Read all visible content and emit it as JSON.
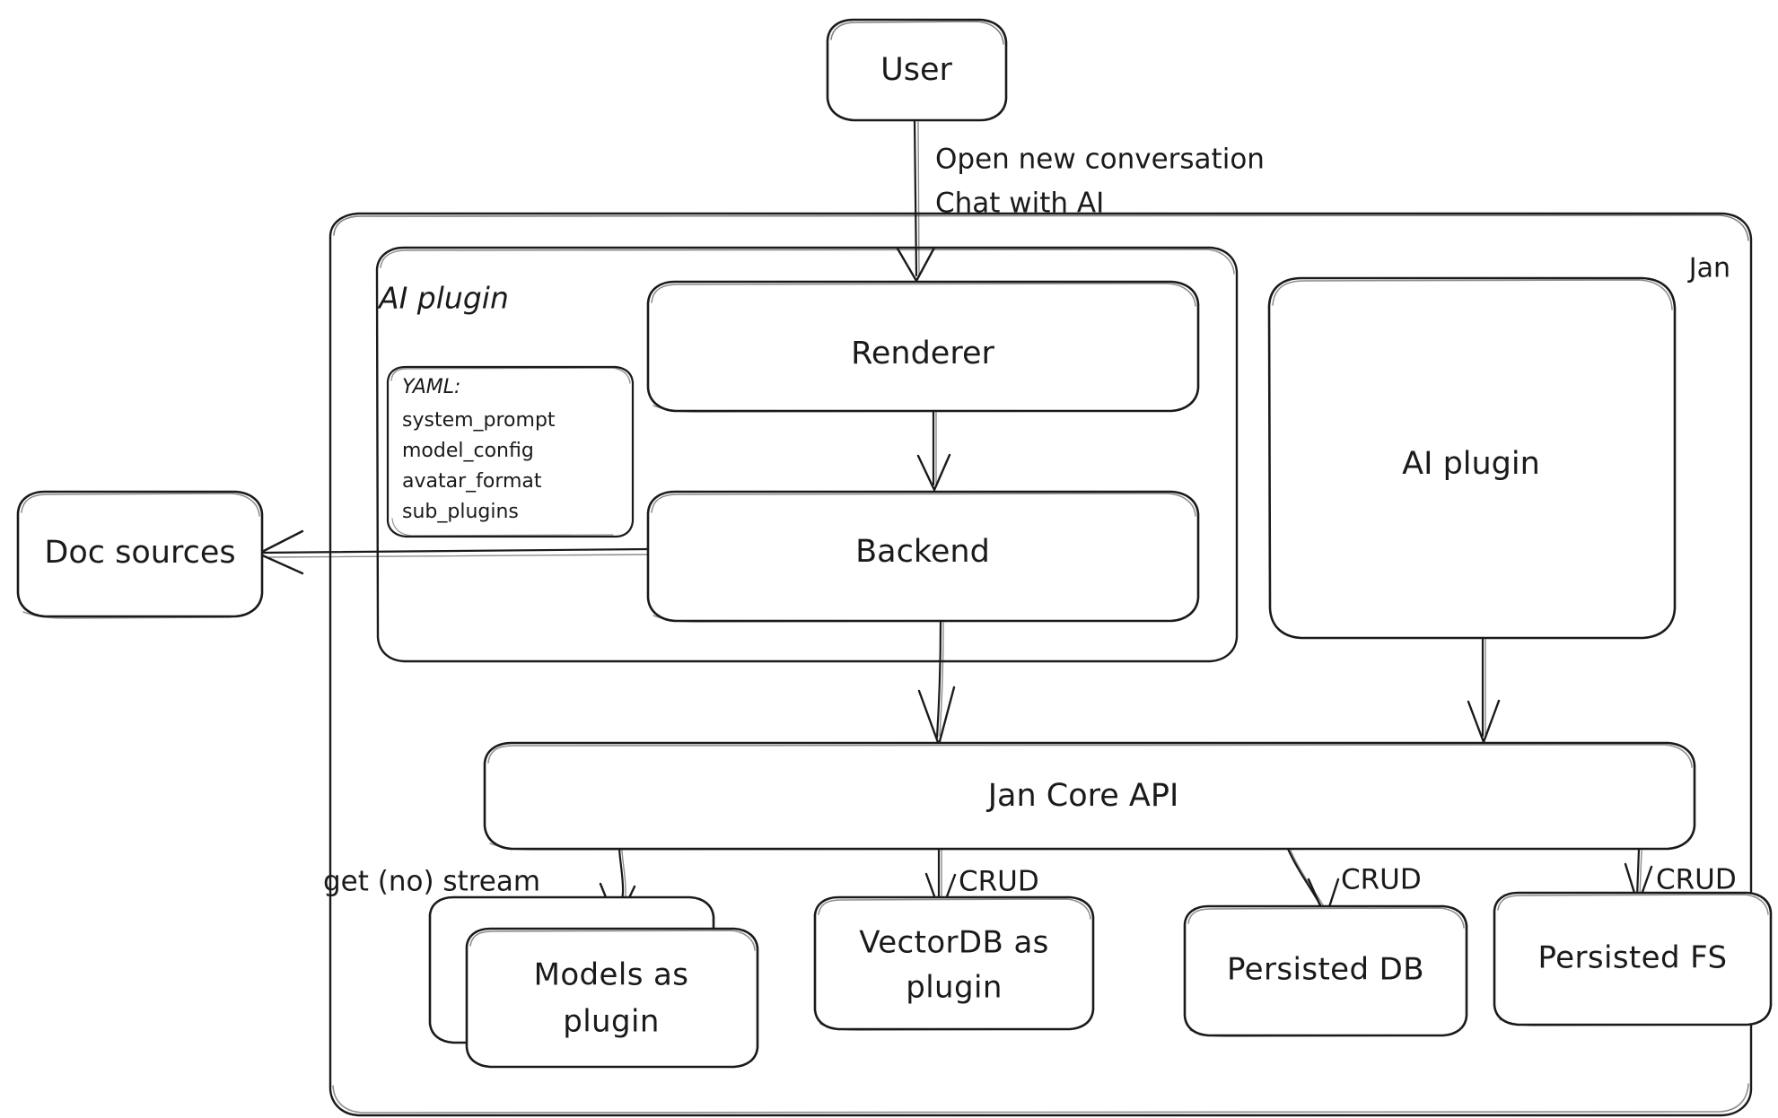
{
  "diagram": {
    "title": "Jan architecture diagram",
    "style": "hand-drawn",
    "background_color": "#ffffff",
    "stroke_color": "#1a1a1a"
  },
  "containers": {
    "jan": {
      "label": "Jan"
    },
    "ai_plugin_group": {
      "label": "AI plugin"
    }
  },
  "nodes": {
    "user": {
      "label": "User"
    },
    "renderer": {
      "label": "Renderer"
    },
    "backend": {
      "label": "Backend"
    },
    "ai_plugin": {
      "label": "AI plugin"
    },
    "doc_sources": {
      "label": "Doc sources"
    },
    "jan_core_api": {
      "label": "Jan Core API"
    },
    "models_plugin": {
      "label_line1": "Models as",
      "label_line2": "plugin"
    },
    "vectordb_plugin": {
      "label_line1": "VectorDB as",
      "label_line2": "plugin"
    },
    "persisted_db": {
      "label": "Persisted DB"
    },
    "persisted_fs": {
      "label": "Persisted FS"
    }
  },
  "yaml_card": {
    "title": "YAML:",
    "lines": [
      "system_prompt",
      "model_config",
      "avatar_format",
      "sub_plugins"
    ]
  },
  "edge_labels": {
    "user_to_renderer_line1": "Open new conversation",
    "user_to_renderer_line2": "Chat with AI",
    "core_to_models": "get (no) stream",
    "core_to_vectordb": "CRUD",
    "core_to_persisted_db": "CRUD",
    "core_to_persisted_fs": "CRUD"
  }
}
